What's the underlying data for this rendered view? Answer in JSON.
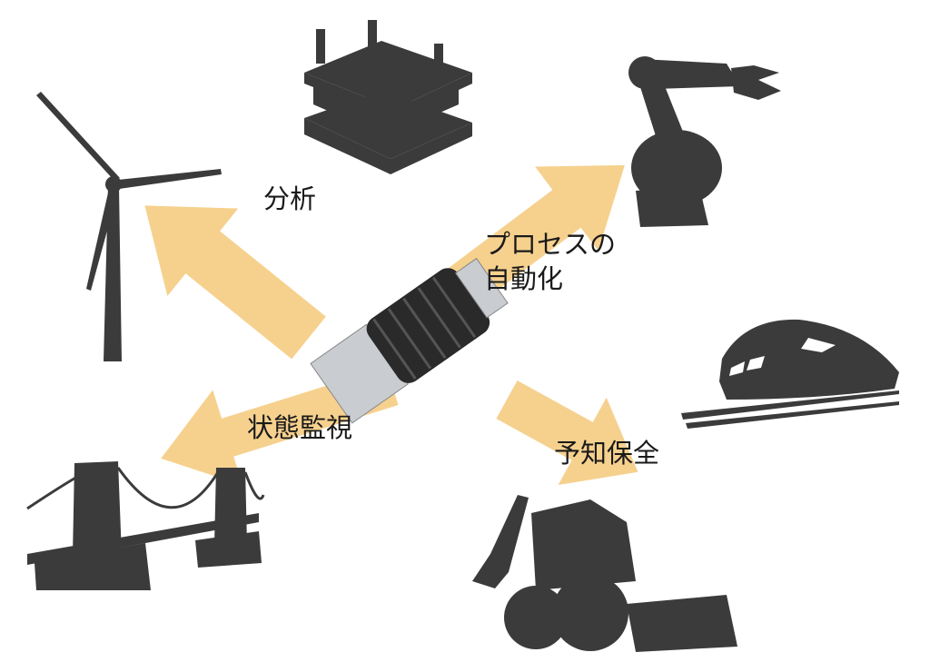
{
  "labels": {
    "analysis": "分析",
    "process_automation_line1": "プロセスの",
    "process_automation_line2": "自動化",
    "condition_monitoring": "状態監視",
    "predictive_maintenance": "予知保全"
  },
  "colors": {
    "arrow": "#f6d18e",
    "icon": "#3b3b3b",
    "sensor_body": "#2a2a2a",
    "sensor_metal": "#c9ccd0"
  }
}
